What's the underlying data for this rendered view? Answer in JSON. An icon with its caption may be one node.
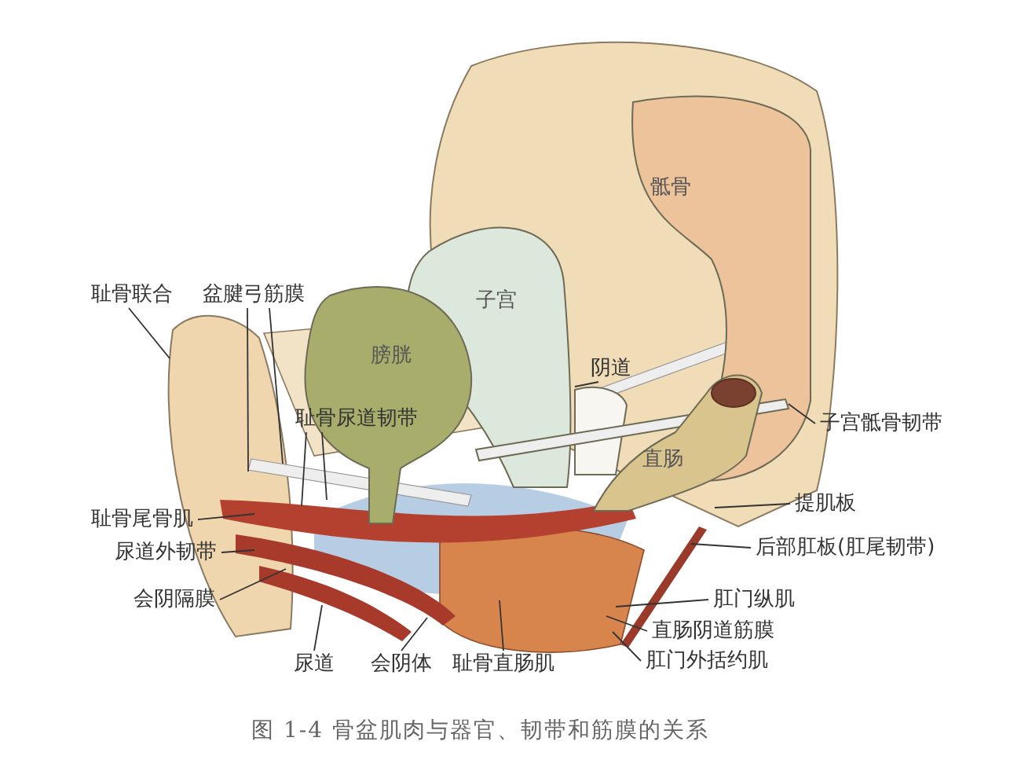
{
  "diagram": {
    "caption": "图 1-4 骨盆肌肉与器官、韧带和筋膜的关系",
    "nodes": [
      {
        "text": [
          "骶骨"
        ]
      },
      {
        "text": [
          "耻骨联合"
        ]
      },
      {
        "text": [
          "盆腱弓筋膜"
        ]
      },
      {
        "text": [
          "子宫"
        ]
      },
      {
        "text": [
          "膀胱"
        ]
      },
      {
        "text": [
          "阴道"
        ]
      },
      {
        "text": [
          "耻骨尿道韧带"
        ]
      },
      {
        "text": [
          "子宫骶骨韧带"
        ]
      },
      {
        "text": [
          "直肠"
        ]
      },
      {
        "text": [
          "提肌板"
        ]
      },
      {
        "text": [
          "耻骨尾骨肌"
        ]
      },
      {
        "text": [
          "后部肛板(肛尾韧带)"
        ]
      },
      {
        "text": [
          "尿道外韧带"
        ]
      },
      {
        "text": [
          "肛门纵肌"
        ]
      },
      {
        "text": [
          "会阴隔膜"
        ]
      },
      {
        "text": [
          "直肠阴道筋膜"
        ]
      },
      {
        "text": [
          "肛门外括约肌"
        ]
      },
      {
        "text": [
          "尿道"
        ]
      },
      {
        "text": [
          "会阴体"
        ]
      },
      {
        "text": [
          "耻骨直肠肌"
        ]
      },
      {
        "text": [],
        "shape": "bar"
      },
      {
        "text": [],
        "shape": "bar"
      }
    ],
    "edges": [
      {
        "from": 1,
        "to": null,
        "arrow": "none"
      },
      {
        "from": 2,
        "to": null,
        "arrow": "none"
      },
      {
        "from": 2,
        "to": null,
        "arrow": "none"
      },
      {
        "from": 5,
        "to": 20,
        "arrow": "none"
      },
      {
        "from": 6,
        "to": null,
        "arrow": "none"
      },
      {
        "from": 6,
        "to": null,
        "arrow": "none"
      },
      {
        "from": 7,
        "to": 21,
        "arrow": "none"
      },
      {
        "from": 9,
        "to": null,
        "arrow": "none"
      },
      {
        "from": 10,
        "to": null,
        "arrow": "none"
      },
      {
        "from": 11,
        "to": null,
        "arrow": "none"
      },
      {
        "from": 12,
        "to": null,
        "arrow": "none"
      },
      {
        "from": 13,
        "to": null,
        "arrow": "none"
      },
      {
        "from": 14,
        "to": null,
        "arrow": "none"
      },
      {
        "from": 15,
        "to": null,
        "arrow": "none"
      },
      {
        "from": 16,
        "to": null,
        "arrow": "none"
      },
      {
        "from": 17,
        "to": null,
        "arrow": "none"
      },
      {
        "from": 18,
        "to": null,
        "arrow": "none"
      },
      {
        "from": 19,
        "to": null,
        "arrow": "none"
      }
    ]
  }
}
